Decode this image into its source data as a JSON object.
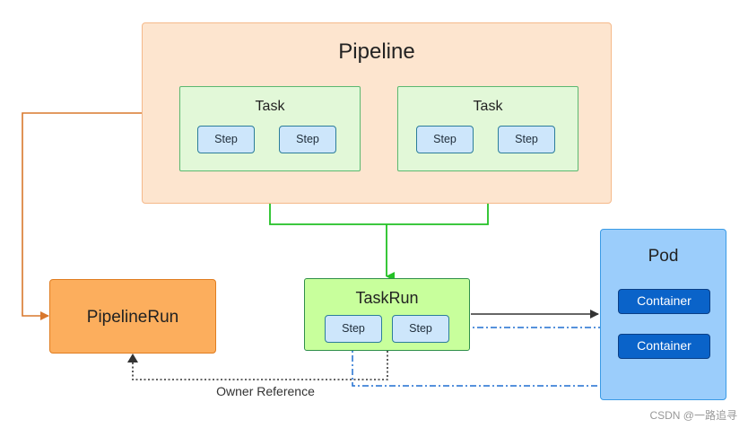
{
  "pipeline": {
    "title": "Pipeline",
    "tasks": [
      {
        "title": "Task",
        "steps": [
          "Step",
          "Step"
        ]
      },
      {
        "title": "Task",
        "steps": [
          "Step",
          "Step"
        ]
      }
    ]
  },
  "pipelinerun": {
    "title": "PipelineRun"
  },
  "taskrun": {
    "title": "TaskRun",
    "steps": [
      "Step",
      "Step"
    ]
  },
  "pod": {
    "title": "Pod",
    "containers": [
      "Container",
      "Container"
    ]
  },
  "edges": {
    "owner_reference_label": "Owner Reference"
  },
  "watermark": "CSDN @一路追寻",
  "colors": {
    "pipeline_fill": "#fde5cf",
    "task_fill": "#e2f8d8",
    "step_fill": "#cde6fb",
    "pipelinerun_fill": "#fcae5d",
    "taskrun_fill": "#c8ff9c",
    "pod_fill": "#9bcdfb",
    "container_fill": "#0a63c9",
    "orange_edge": "#d9782d",
    "green_edge": "#22c124",
    "blue_edge": "#1f6fd0"
  }
}
